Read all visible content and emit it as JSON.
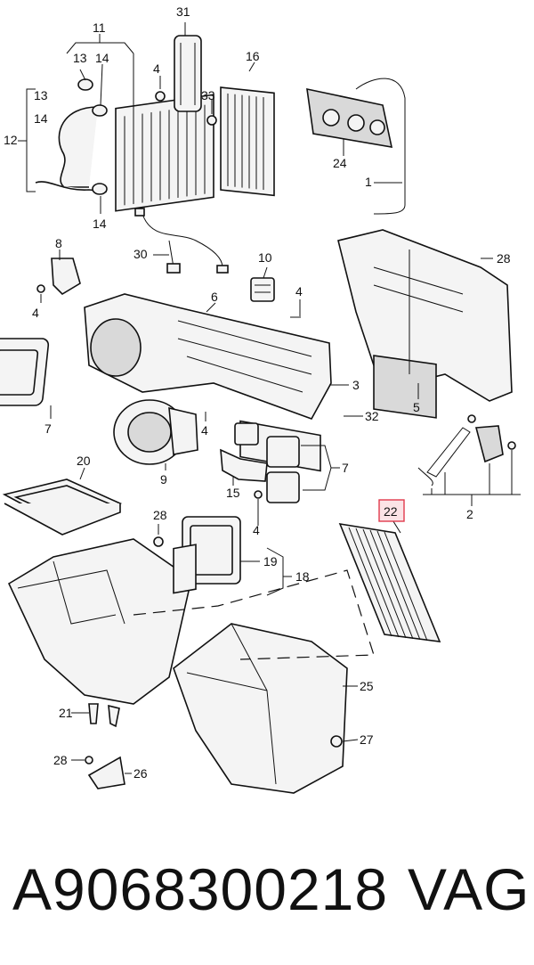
{
  "callouts": {
    "c1": "1",
    "c2": "2",
    "c3": "3",
    "c4a": "4",
    "c4b": "4",
    "c4c": "4",
    "c4d": "4",
    "c4e": "4",
    "c5": "5",
    "c6": "6",
    "c7a": "7",
    "c7b": "7",
    "c8": "8",
    "c9": "9",
    "c10": "10",
    "c11": "11",
    "c12": "12",
    "c13a": "13",
    "c13b": "13",
    "c14a": "14",
    "c14b": "14",
    "c14c": "14",
    "c15": "15",
    "c16": "16",
    "c18": "18",
    "c19": "19",
    "c20": "20",
    "c21": "21",
    "c22": "22",
    "c24": "24",
    "c25": "25",
    "c26": "26",
    "c27": "27",
    "c28a": "28",
    "c28b": "28",
    "c28c": "28",
    "c30": "30",
    "c31": "31",
    "c32": "32",
    "c33": "33"
  },
  "highlight_color": "#e03a4c",
  "footer": {
    "part_number": "A9068300218",
    "brand": "VAG"
  }
}
